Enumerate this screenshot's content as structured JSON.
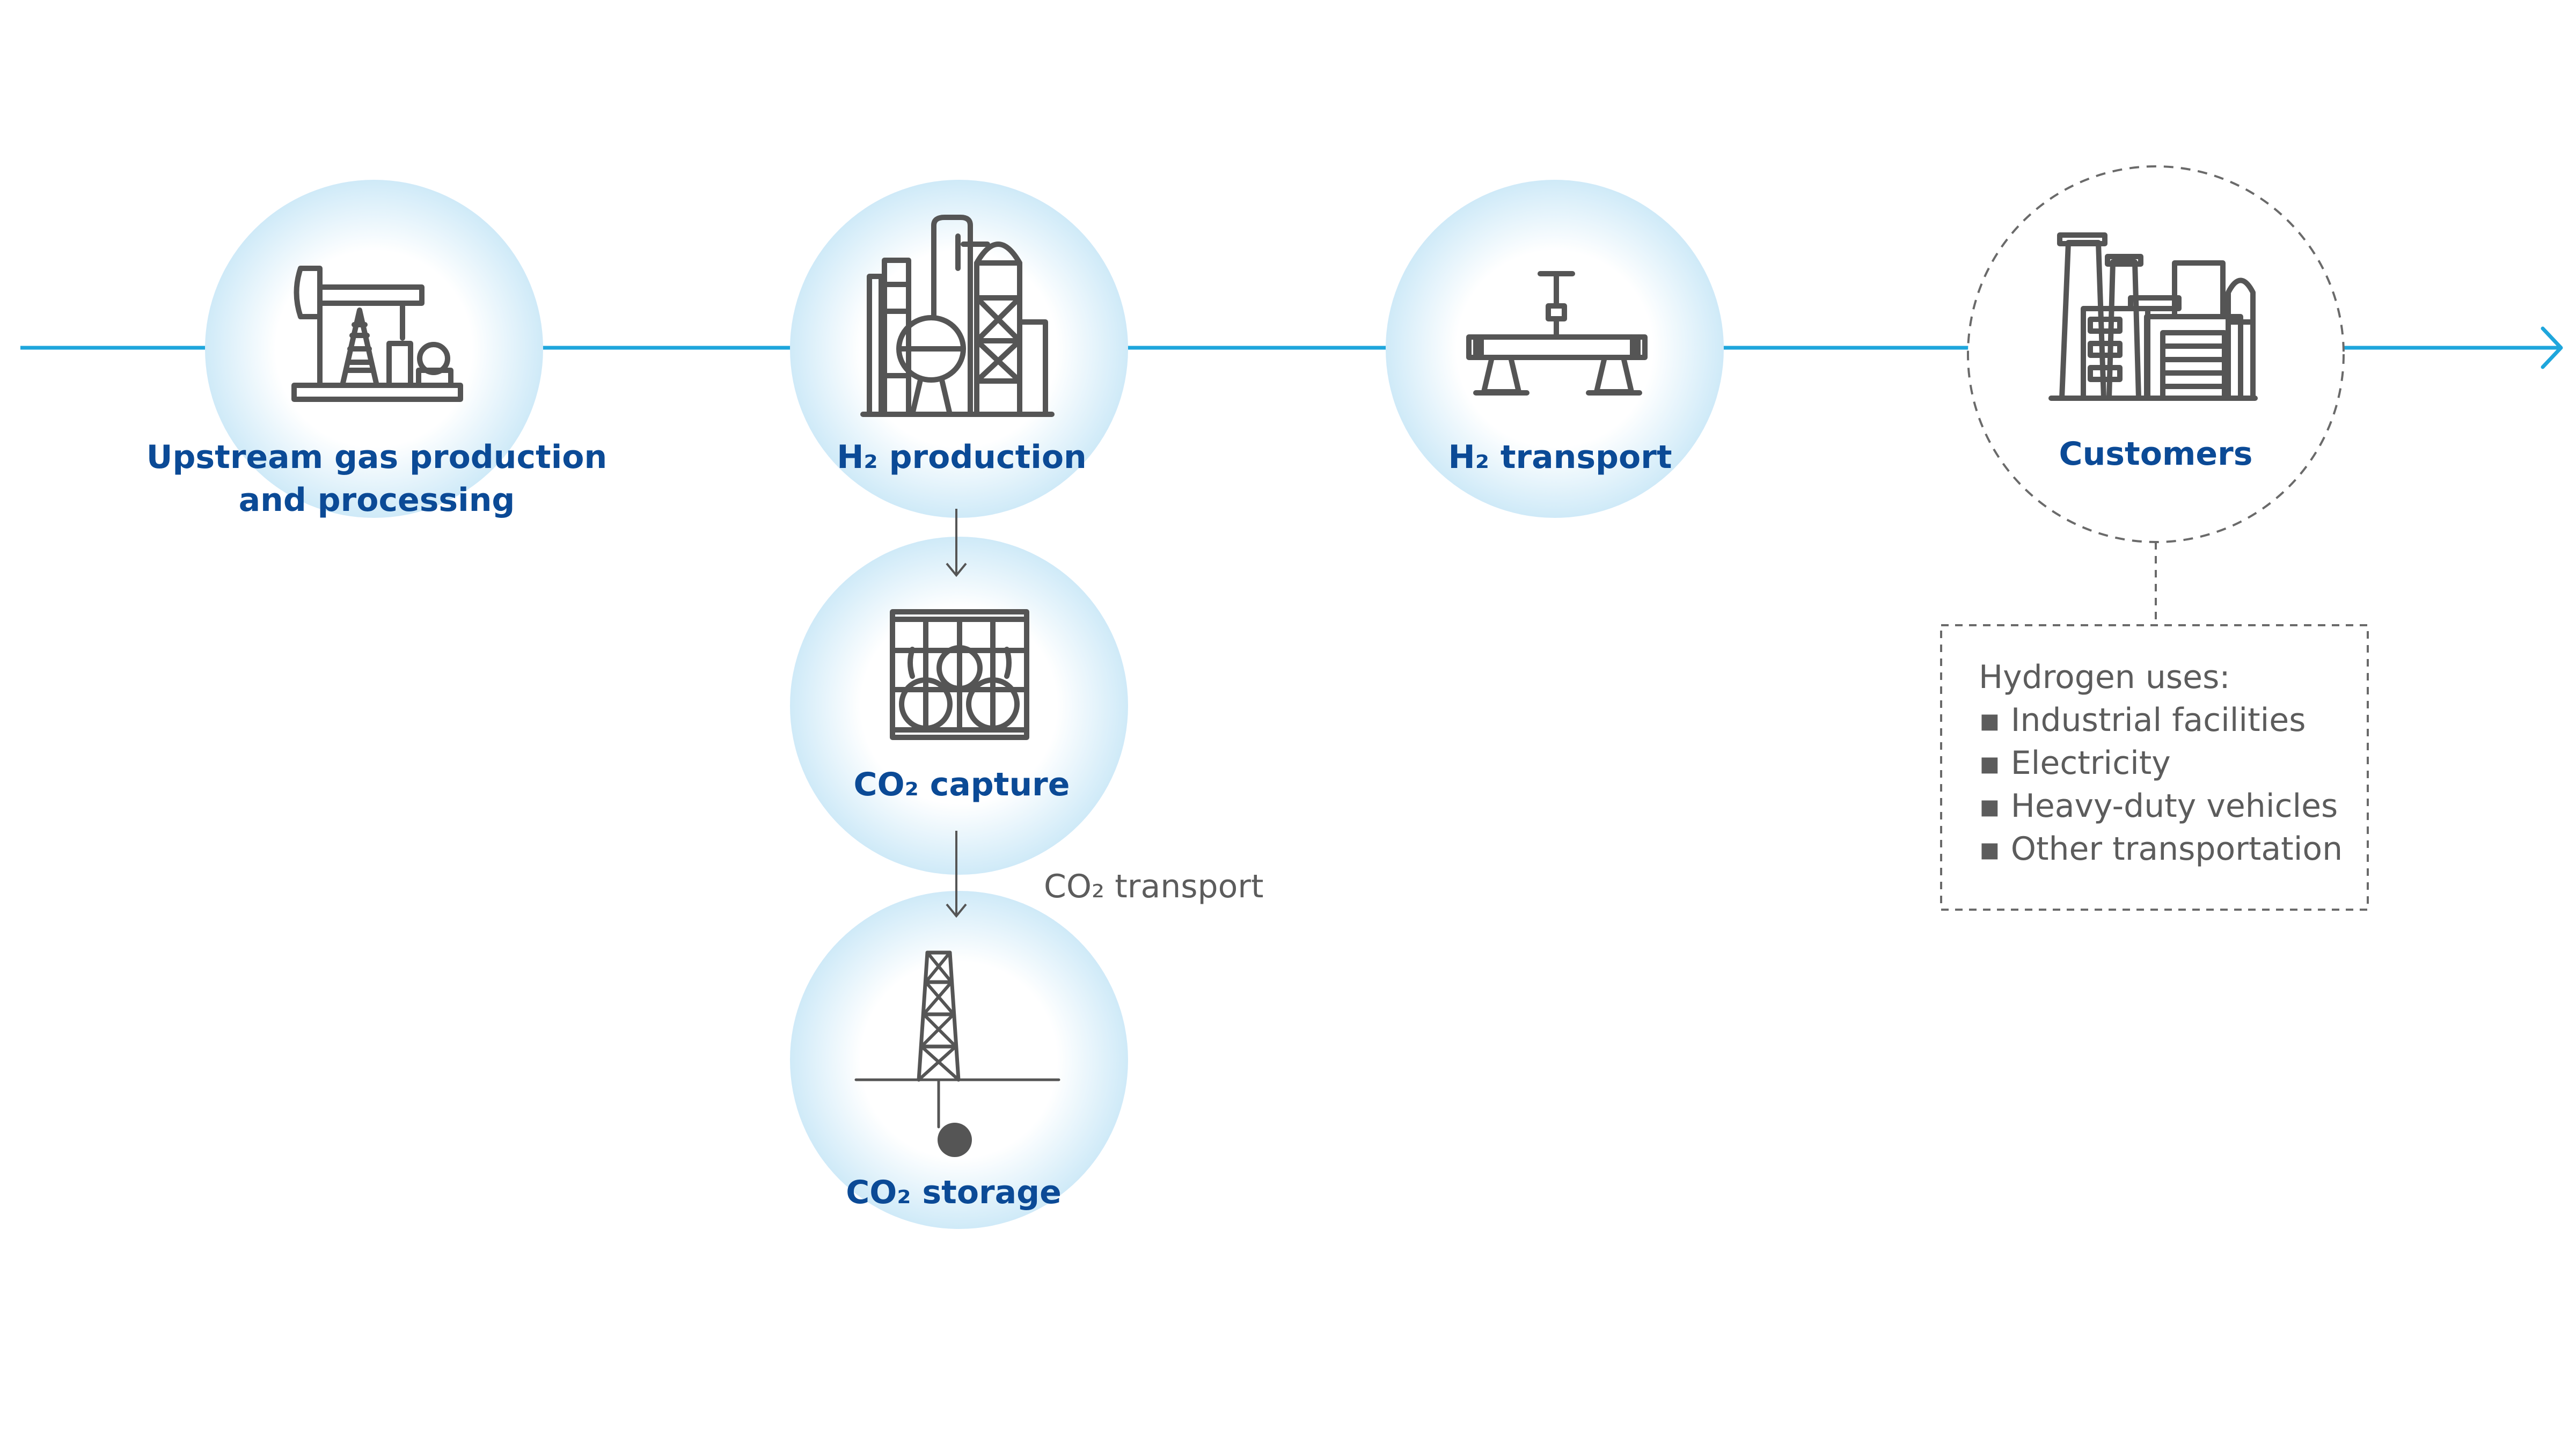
{
  "nodes": {
    "upstream": {
      "label_line1": "Upstream gas production",
      "label_line2": "and processing",
      "icon": "pumpjack-icon"
    },
    "h2_production": {
      "label": "H₂ production",
      "icon": "refinery-icon"
    },
    "h2_transport": {
      "label": "H₂ transport",
      "icon": "pipeline-valve-icon"
    },
    "customers": {
      "label": "Customers",
      "icon": "factory-icon"
    },
    "co2_capture": {
      "label": "CO₂ capture",
      "icon": "capture-unit-icon"
    },
    "co2_storage": {
      "label": "CO₂ storage",
      "icon": "injection-well-icon"
    }
  },
  "edges": {
    "co2_transport_label": "CO₂ transport"
  },
  "hydrogen_uses": {
    "title": "Hydrogen uses:",
    "items": [
      "▪ Industrial facilities",
      "▪ Electricity",
      "▪ Heavy-duty vehicles",
      "▪ Other transportation"
    ]
  },
  "colors": {
    "main_line": "#1ea6dc",
    "label_blue": "#0b4a96",
    "icon_gray": "#555555",
    "circle_glow": "#d6eff9"
  }
}
